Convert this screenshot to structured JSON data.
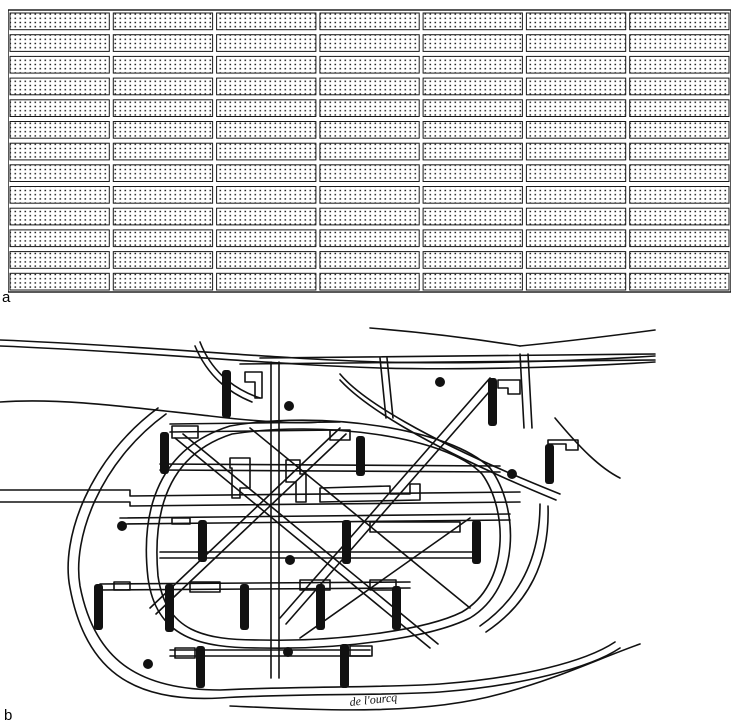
{
  "panels": [
    {
      "label": "a",
      "content": "grid"
    },
    {
      "label": "b",
      "content": "site-plan"
    }
  ],
  "grid": {
    "columns": 7,
    "rows": 13,
    "ink_color": "#1a1a1a",
    "paper_color": "#ffffff"
  },
  "site_plan": {
    "canal_annotation": "de l'ourcq",
    "ink_color": "#111111"
  }
}
